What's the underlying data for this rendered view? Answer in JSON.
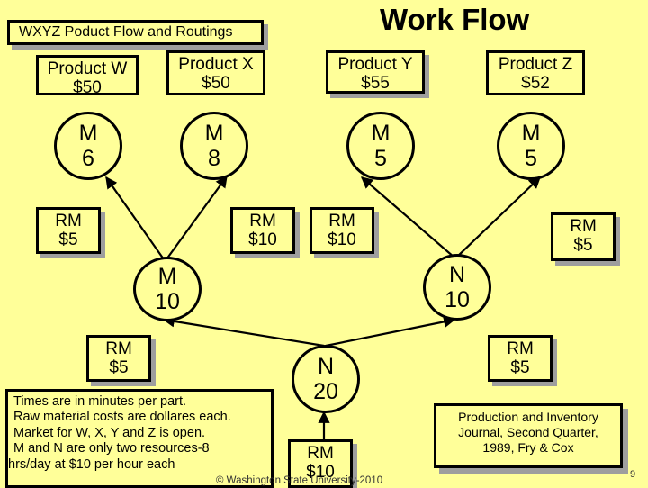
{
  "header": {
    "box_title": "WXYZ Poduct Flow and Routings",
    "title": "Work Flow"
  },
  "products": [
    {
      "name": "Product W",
      "price": "$50"
    },
    {
      "name": "Product X",
      "price": "$50"
    },
    {
      "name": "Product Y",
      "price": "$55"
    },
    {
      "name": "Product Z",
      "price": "$52"
    }
  ],
  "operations": [
    {
      "resource": "M",
      "minutes": "6"
    },
    {
      "resource": "M",
      "minutes": "8"
    },
    {
      "resource": "M",
      "minutes": "5"
    },
    {
      "resource": "M",
      "minutes": "5"
    },
    {
      "resource": "M",
      "minutes": "10"
    },
    {
      "resource": "N",
      "minutes": "10"
    },
    {
      "resource": "N",
      "minutes": "20"
    }
  ],
  "raw_materials": [
    {
      "label": "RM",
      "cost": "$5"
    },
    {
      "label": "RM",
      "cost": "$10"
    },
    {
      "label": "RM",
      "cost": "$10"
    },
    {
      "label": "RM",
      "cost": "$5"
    },
    {
      "label": "RM",
      "cost": "$5"
    },
    {
      "label": "RM",
      "cost": "$5"
    },
    {
      "label": "RM",
      "cost": "$10"
    }
  ],
  "notes": [
    "Times are in minutes per part.",
    "Raw material costs are dollares each.",
    "Market for W, X, Y and Z is open.",
    "M and N are only two resources-8",
    "hrs/day at $10 per hour each"
  ],
  "reference": [
    "Production and Inventory",
    "Journal, Second Quarter,",
    "1989, Fry & Cox"
  ],
  "footer": {
    "copyright": "© Washington State University-2010",
    "page": "9"
  }
}
